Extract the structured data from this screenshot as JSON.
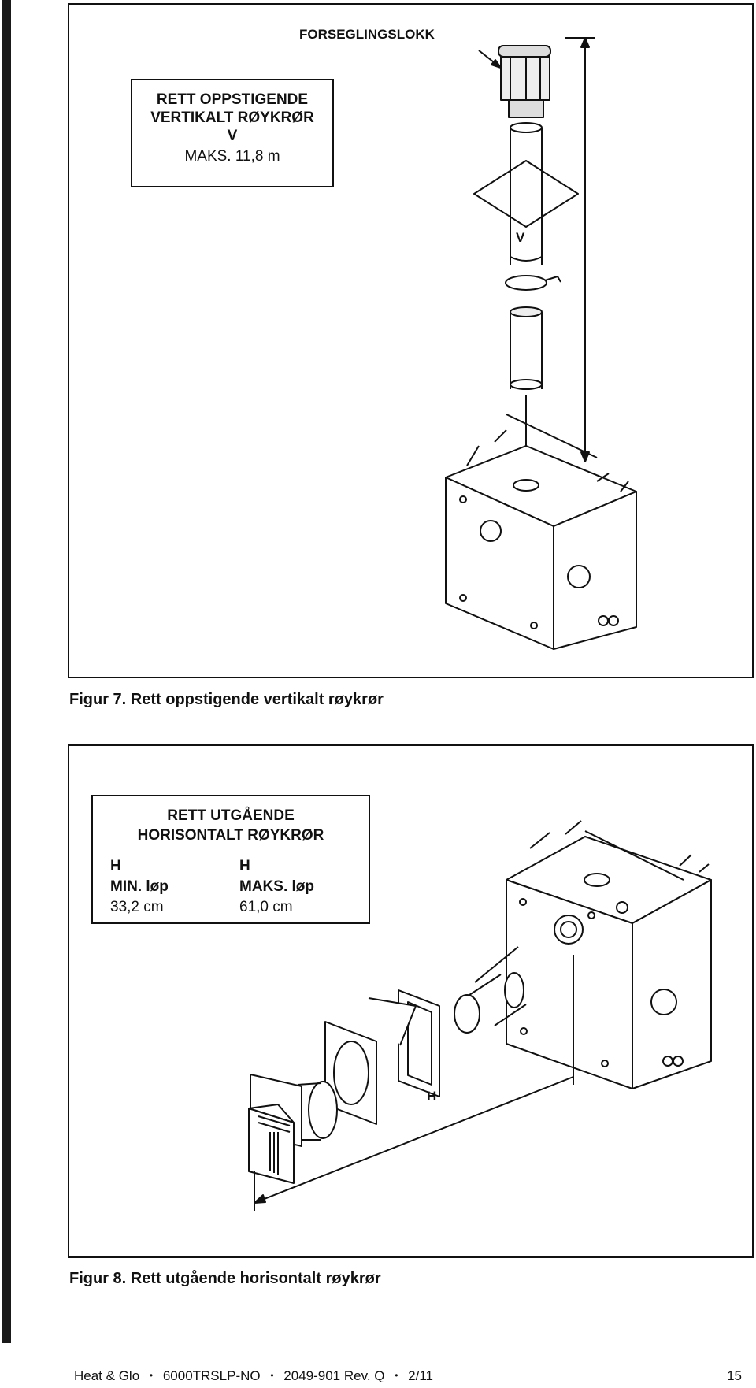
{
  "figure7": {
    "box_title_lines": [
      "RETT OPPSTIGENDE",
      "VERTIKALT RØYKRØR",
      "V"
    ],
    "box_value": "MAKS. 11,8 m",
    "callout_cap": "FORSEGLINGSLOKK",
    "dim_label": "V",
    "caption": "Figur 7. Rett oppstigende vertikalt røykrør"
  },
  "figure8": {
    "box_title_lines": [
      "RETT UTGÅENDE",
      "HORISONTALT RØYKRØR"
    ],
    "min_col": [
      "H",
      "MIN. løp",
      "33,2 cm"
    ],
    "max_col": [
      "H",
      "MAKS. løp",
      "61,0 cm"
    ],
    "dim_label": "H",
    "caption": "Figur 8. Rett utgående horisontalt røykrør"
  },
  "footer": {
    "brand": "Heat & Glo",
    "model": "6000TRSLP-NO",
    "doc_number": "2049-901",
    "revision": "Rev. Q",
    "date": "2/11",
    "page_number": "15",
    "separator": "•"
  }
}
